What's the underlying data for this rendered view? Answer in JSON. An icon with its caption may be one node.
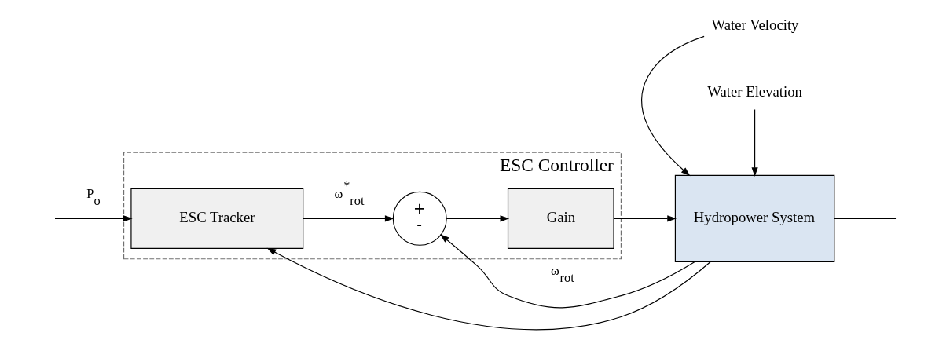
{
  "diagram": {
    "nodes": [
      {
        "text": [
          "ESC Controller"
        ]
      },
      {
        "text": [
          "ESC Tracker"
        ],
        "in": 0
      },
      {
        "text": [
          "+",
          "-"
        ],
        "in": 0
      },
      {
        "text": [
          "Gain"
        ],
        "in": 0
      },
      {
        "text": [
          "Hydropower System"
        ]
      },
      {
        "text": [
          "Water Velocity"
        ]
      },
      {
        "text": [
          "Water Elevation"
        ]
      }
    ],
    "edges": [
      {
        "from": 1,
        "to": 2,
        "arrow": "to",
        "label": "ω$^{*}$$_{rot}$"
      },
      {
        "from": 2,
        "to": 3,
        "arrow": "to"
      },
      {
        "from": 3,
        "to": 4,
        "arrow": "to"
      },
      {
        "from": 5,
        "to": 4,
        "arrow": "to"
      },
      {
        "from": 6,
        "to": 4,
        "arrow": "to"
      },
      {
        "from": 4,
        "to": 2,
        "arrow": "to",
        "label": "ω$_{rot}$"
      },
      {
        "from": 4,
        "to": 1,
        "arrow": "to"
      },
      {
        "from": 4,
        "to": null,
        "arrow": "none"
      },
      {
        "from": null,
        "to": 1,
        "arrow": "to",
        "label": "P$_{o}$"
      }
    ]
  }
}
